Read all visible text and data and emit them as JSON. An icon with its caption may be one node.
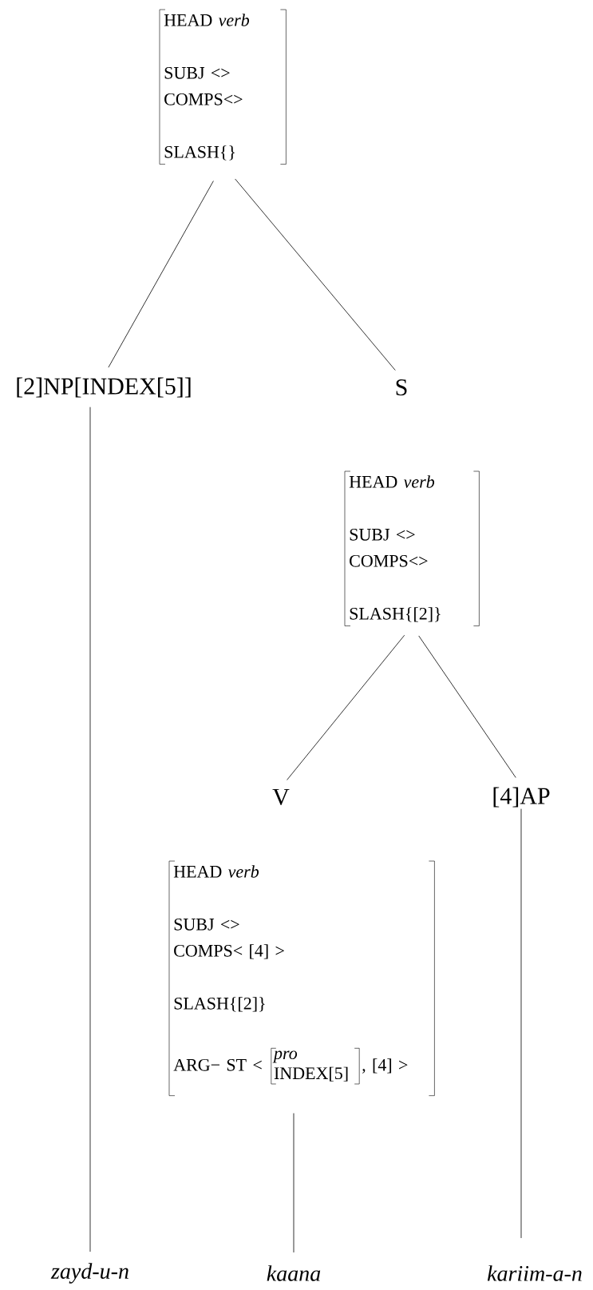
{
  "diagram": {
    "nodes": [
      {
        "text": [
          "HEAD *verb*",
          "SUBJ <>",
          "COMPS<>",
          "SLASH{}"
        ]
      },
      {
        "text": [
          "[2]NP[INDEX[5]]"
        ]
      },
      {
        "text": [
          "S"
        ]
      },
      {
        "text": [
          "HEAD *verb*",
          "SUBJ <>",
          "COMPS<>",
          "SLASH{[2]}"
        ]
      },
      {
        "text": [
          "V"
        ]
      },
      {
        "text": [
          "[4]AP"
        ]
      },
      {
        "text": [
          "HEAD *verb*",
          "SUBJ <>",
          "COMPS< [4] >",
          "SLASH{[2]}",
          "ARG− ST <",
          ", [4] >"
        ]
      },
      {
        "text": [
          "pro",
          "INDEX[5]"
        ],
        "in": 6
      },
      {
        "text": [
          "zayd-u-n"
        ]
      },
      {
        "text": [
          "kaana"
        ]
      },
      {
        "text": [
          "kariim-a-n"
        ]
      }
    ],
    "edges": [
      {
        "from": 0,
        "to": 1,
        "arrow": "none"
      },
      {
        "from": 0,
        "to": 2,
        "arrow": "none"
      },
      {
        "from": 3,
        "to": 4,
        "arrow": "none"
      },
      {
        "from": 3,
        "to": 5,
        "arrow": "none"
      },
      {
        "from": 1,
        "to": 8,
        "arrow": "none"
      },
      {
        "from": 6,
        "to": 9,
        "arrow": "none"
      },
      {
        "from": 5,
        "to": 10,
        "arrow": "none"
      }
    ]
  }
}
